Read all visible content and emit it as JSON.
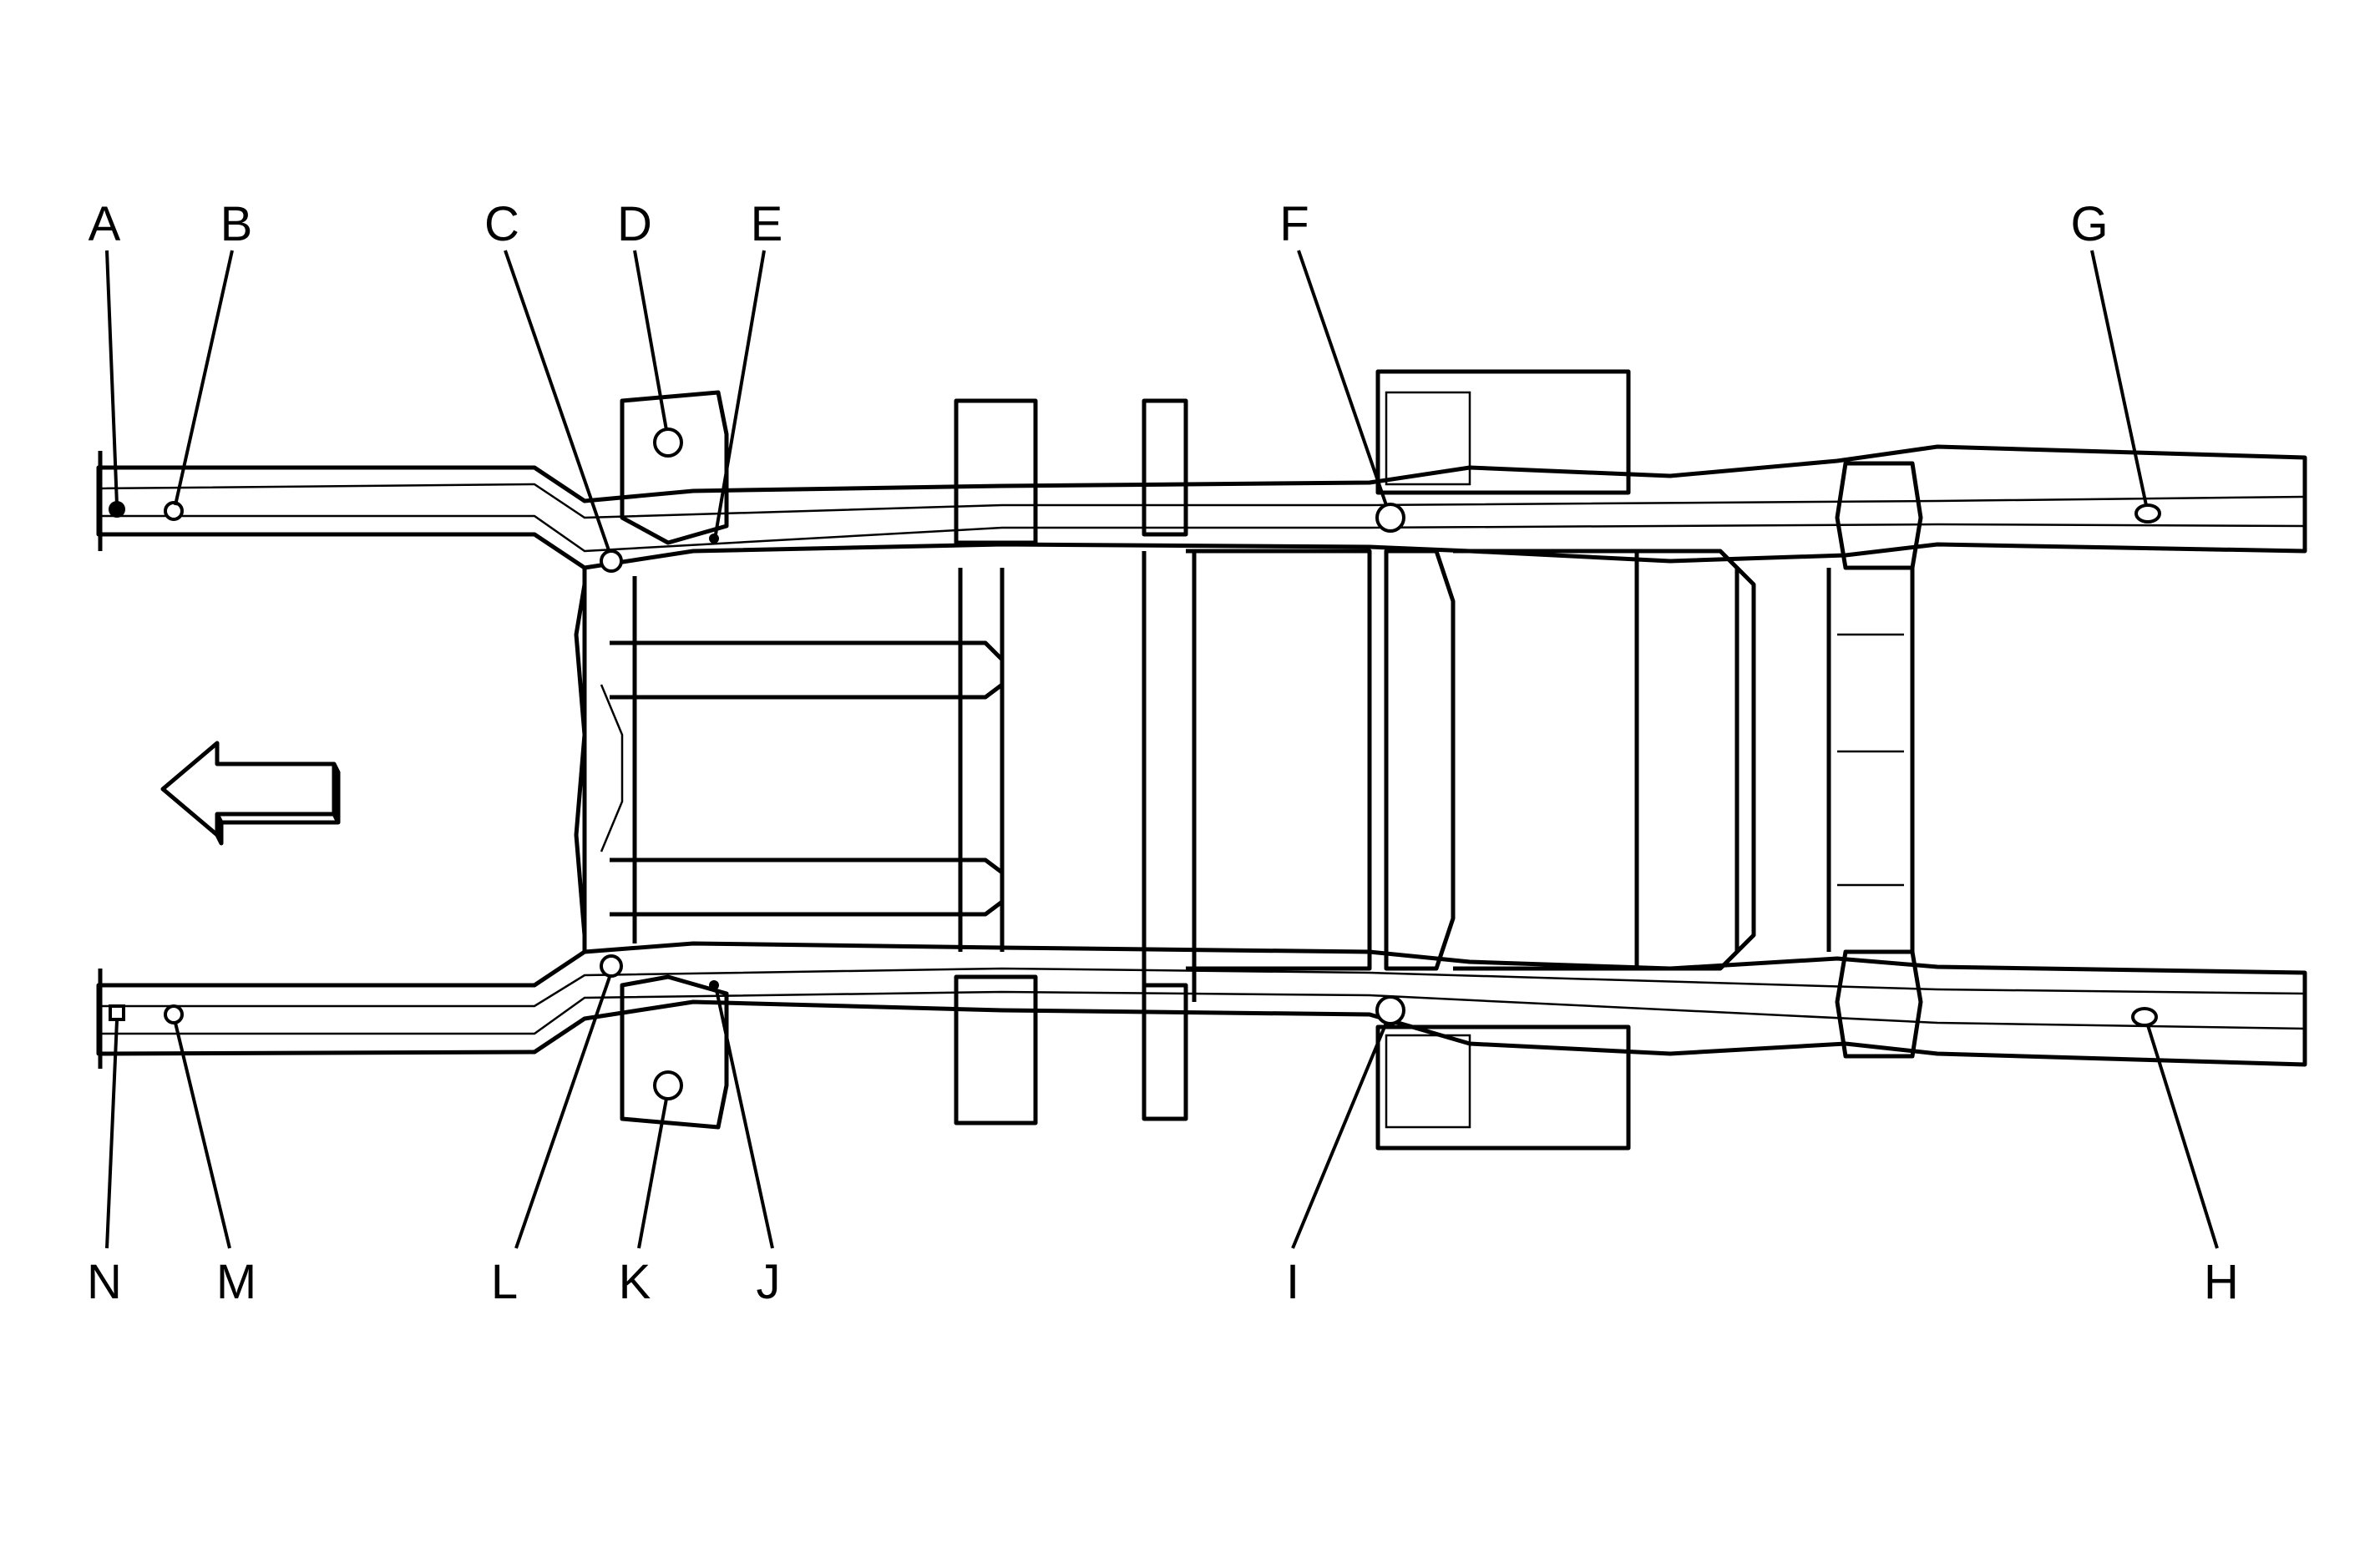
{
  "diagram": {
    "callouts": [
      {
        "id": "A",
        "text": "A"
      },
      {
        "id": "B",
        "text": "B"
      },
      {
        "id": "C",
        "text": "C"
      },
      {
        "id": "D",
        "text": "D"
      },
      {
        "id": "E",
        "text": "E"
      },
      {
        "id": "F",
        "text": "F"
      },
      {
        "id": "G",
        "text": "G"
      },
      {
        "id": "H",
        "text": "H"
      },
      {
        "id": "I",
        "text": "I"
      },
      {
        "id": "J",
        "text": "J"
      },
      {
        "id": "K",
        "text": "K"
      },
      {
        "id": "L",
        "text": "L"
      },
      {
        "id": "M",
        "text": "M"
      },
      {
        "id": "N",
        "text": "N"
      }
    ],
    "direction_arrow": "arrow-left-icon"
  }
}
